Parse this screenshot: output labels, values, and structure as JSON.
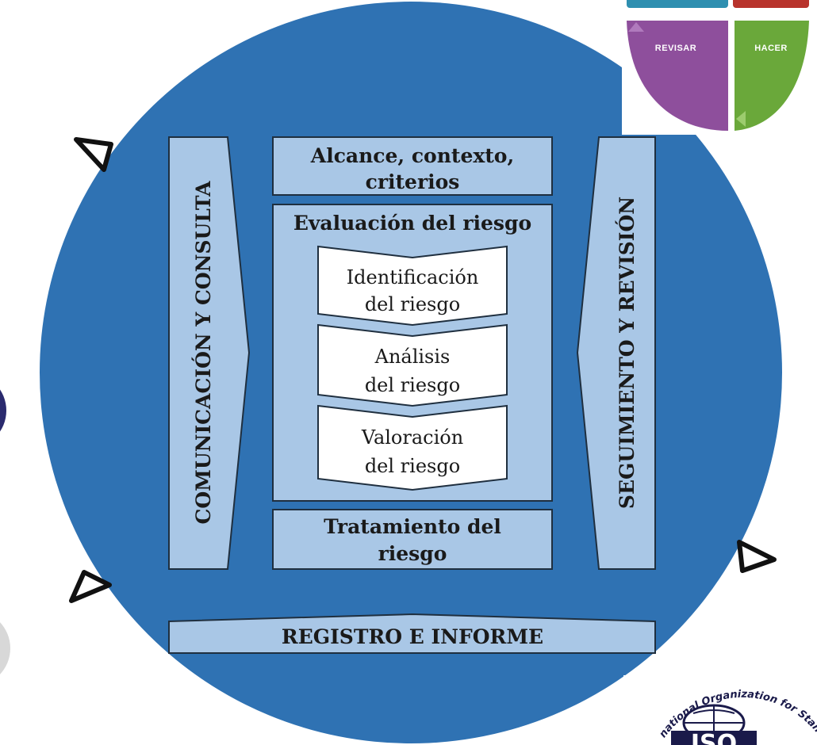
{
  "diagram": {
    "scope_box": {
      "lines": [
        "Alcance, contexto,",
        "criterios"
      ]
    },
    "assessment_box": {
      "title": "Evaluación del riesgo"
    },
    "steps": [
      {
        "lines": [
          "Identificación",
          "del riesgo"
        ]
      },
      {
        "lines": [
          "Análisis",
          "del riesgo"
        ]
      },
      {
        "lines": [
          "Valoración",
          "del riesgo"
        ]
      }
    ],
    "treatment_box": {
      "lines": [
        "Tratamiento del",
        "riesgo"
      ]
    },
    "left_bar": {
      "label": "COMUNICACIÓN Y CONSULTA"
    },
    "right_bar": {
      "label": "SEGUIMIENTO Y REVISIÓN"
    },
    "bottom_bar": {
      "label": "REGISTRO E INFORME"
    }
  },
  "pdca": {
    "quadrants": [
      {
        "label": "REVISAR",
        "color": "#8e4f9c"
      },
      {
        "label": "HACER",
        "color": "#6aa83a"
      }
    ],
    "top_colors": [
      "#2e8fb0",
      "#b8332c"
    ]
  },
  "logo": {
    "arc_text": "national Organization for Standardiz",
    "initials": "ISO"
  },
  "colors": {
    "circle": "#2f72b3",
    "box_fill": "#a9c7e6",
    "box_stroke": "#1f2f3f",
    "step_fill": "#ffffff"
  }
}
